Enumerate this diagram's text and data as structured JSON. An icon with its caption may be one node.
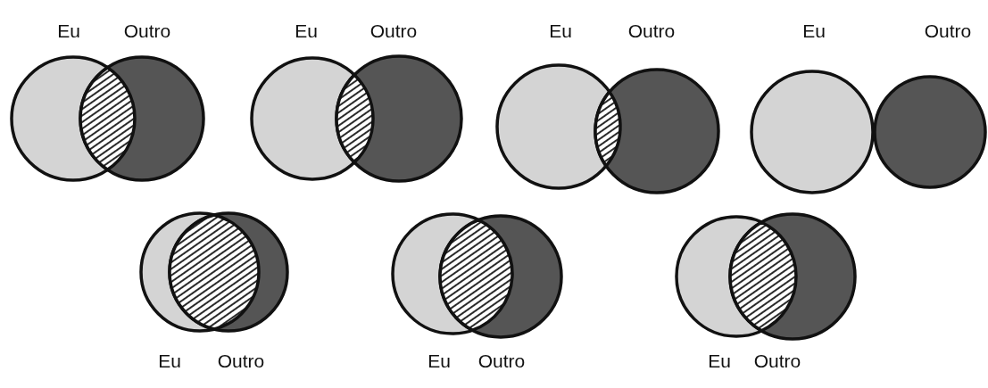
{
  "diagram": {
    "nodes": [
      {
        "text": [],
        "shape": "circle"
      },
      {
        "text": [],
        "shape": "circle"
      },
      {
        "text": [],
        "shape": "circle"
      },
      {
        "text": [],
        "shape": "circle"
      },
      {
        "text": [],
        "shape": "circle"
      },
      {
        "text": [],
        "shape": "circle"
      },
      {
        "text": [],
        "shape": "circle"
      },
      {
        "text": [],
        "shape": "circle"
      },
      {
        "text": [],
        "shape": "circle"
      },
      {
        "text": [],
        "shape": "circle"
      },
      {
        "text": [],
        "shape": "circle"
      },
      {
        "text": [],
        "shape": "circle"
      },
      {
        "text": [],
        "shape": "circle"
      },
      {
        "text": [],
        "shape": "circle"
      }
    ],
    "edges": [],
    "labels": [
      "Eu",
      "Outro",
      "Eu",
      "Outro",
      "Eu",
      "Outro",
      "Eu",
      "Outro",
      "Eu",
      "Outro",
      "Eu",
      "Outro",
      "Eu",
      "Outro"
    ]
  }
}
